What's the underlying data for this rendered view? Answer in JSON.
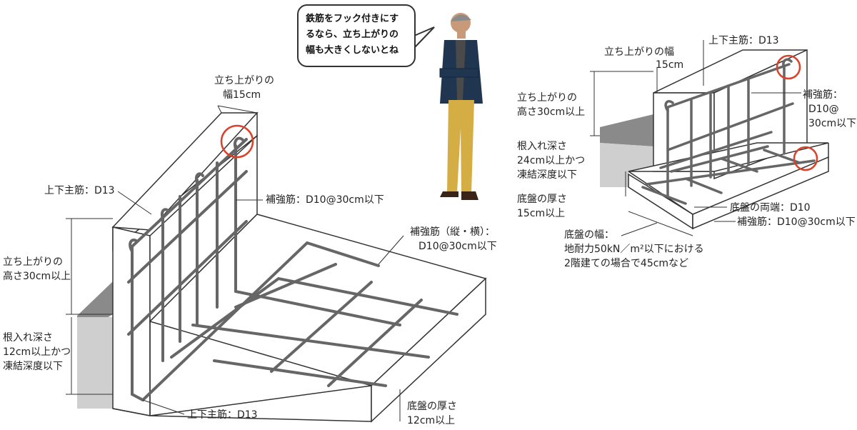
{
  "speech": {
    "line1": "鉄筋をフック付きにす",
    "line2": "るなら、立ち上がりの",
    "line3": "幅も大きくしないとね"
  },
  "left": {
    "width_title": "立ち上がりの",
    "width_value": "幅15cm",
    "main_bar_top": "上下主筋：D13",
    "reinf_vertical": "補強筋：D10@30cm以下",
    "reinf_grid_1": "補強筋（縦・横）：",
    "reinf_grid_2": "D10@30cm以下",
    "rise_height_1": "立ち上がりの",
    "rise_height_2": "高さ30cm以上",
    "embed_1": "根入れ深さ",
    "embed_2": "12cm以上かつ",
    "embed_3": "凍結深度以下",
    "main_bar_bottom": "上下主筋：D13",
    "slab_thickness_1": "底盤の厚さ",
    "slab_thickness_2": "12cm以上"
  },
  "right": {
    "main_bar": "上下主筋：D13",
    "width_title": "立ち上がりの幅",
    "width_value": "15cm",
    "rise_height_1": "立ち上がりの",
    "rise_height_2": "高さ30cm以上",
    "reinf_1": "補強筋：",
    "reinf_2": "D10@",
    "reinf_3": "30cm以下",
    "embed_1": "根入れ深さ",
    "embed_2": "24cm以上かつ",
    "embed_3": "凍結深度以下",
    "slab_thickness_1": "底盤の厚さ",
    "slab_thickness_2": "15cm以上",
    "slab_ends": "底盤の両端：D10",
    "reinf_bottom": "補強筋：D10@30cm以下",
    "slab_width_1": "底盤の幅：",
    "slab_width_2": "地耐力50kN／m²以下における",
    "slab_width_3": "2階建ての場合で45cmなど"
  },
  "colors": {
    "concrete_face": "#ffffff",
    "concrete_edge": "#333333",
    "soil_gray": "#c8c8c8",
    "soil_dark": "#8a8a8a",
    "rebar": "#555555",
    "highlight_circle": "#d9432c",
    "person_jacket": "#1f3550",
    "person_pants": "#d4ae45",
    "person_shirt": "#4a4a4a"
  }
}
